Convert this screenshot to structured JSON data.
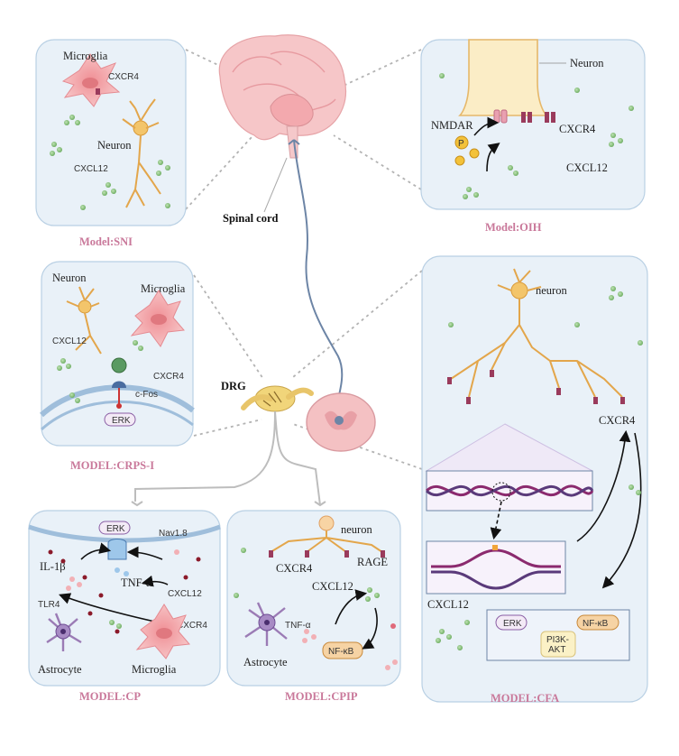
{
  "brain_labels": {
    "spinal_cord": "Spinal cord",
    "drg": "DRG"
  },
  "panels": {
    "sni": {
      "model": "Model:SNI",
      "microglia": "Microglia",
      "cxcr4": "CXCR4",
      "neuron": "Neuron",
      "cxcl12": "CXCL12"
    },
    "oih": {
      "model": "Model:OIH",
      "neuron": "Neuron",
      "nmdar": "NMDAR",
      "cxcr4": "CXCR4",
      "cxcl12": "CXCL12",
      "p": "P"
    },
    "crps": {
      "model": "MODEL:CRPS-I",
      "neuron": "Neuron",
      "microglia": "Microglia",
      "cxcl12": "CXCL12",
      "cxcr4": "CXCR4",
      "cfos": "c-Fos",
      "erk": "ERK"
    },
    "cp": {
      "model": "MODEL:CP",
      "erk": "ERK",
      "nav": "Nav1.8",
      "il1b": "IL-1β",
      "tnf": "TNF-α",
      "cxcl12": "CXCL12",
      "tlr4": "TLR4",
      "cxcr4": "CXCR4",
      "astrocyte": "Astrocyte",
      "microglia": "Microglia"
    },
    "cpip": {
      "model": "MODEL:CPIP",
      "neuron": "neuron",
      "cxcr4": "CXCR4",
      "rage": "RAGE",
      "cxcl12": "CXCL12",
      "tnf": "TNF-α",
      "astrocyte": "Astrocyte",
      "nfkb": "NF-κB"
    },
    "cfa": {
      "model": "MODEL:CFA",
      "neuron": "neuron",
      "cxcr4": "CXCR4",
      "cxcl12": "CXCL12",
      "erk": "ERK",
      "nfkb": "NF-κB",
      "pi3k": "PI3K-",
      "akt": "AKT"
    }
  },
  "colors": {
    "panel_fill": "#e9f1f8",
    "model_label": "#c9789a",
    "microglia": "#f3b3b5",
    "astrocyte": "#9b7bb5",
    "neuron_axon": "#e3a64b",
    "dna_a": "#8b2a6e",
    "dna_b": "#5a3a7a",
    "dot_green": "#7fbf73"
  },
  "icons": [
    "brain",
    "spinal-cord-section",
    "drg-ganglion",
    "neuron",
    "microglia",
    "astrocyte",
    "dna-helix",
    "receptor"
  ]
}
